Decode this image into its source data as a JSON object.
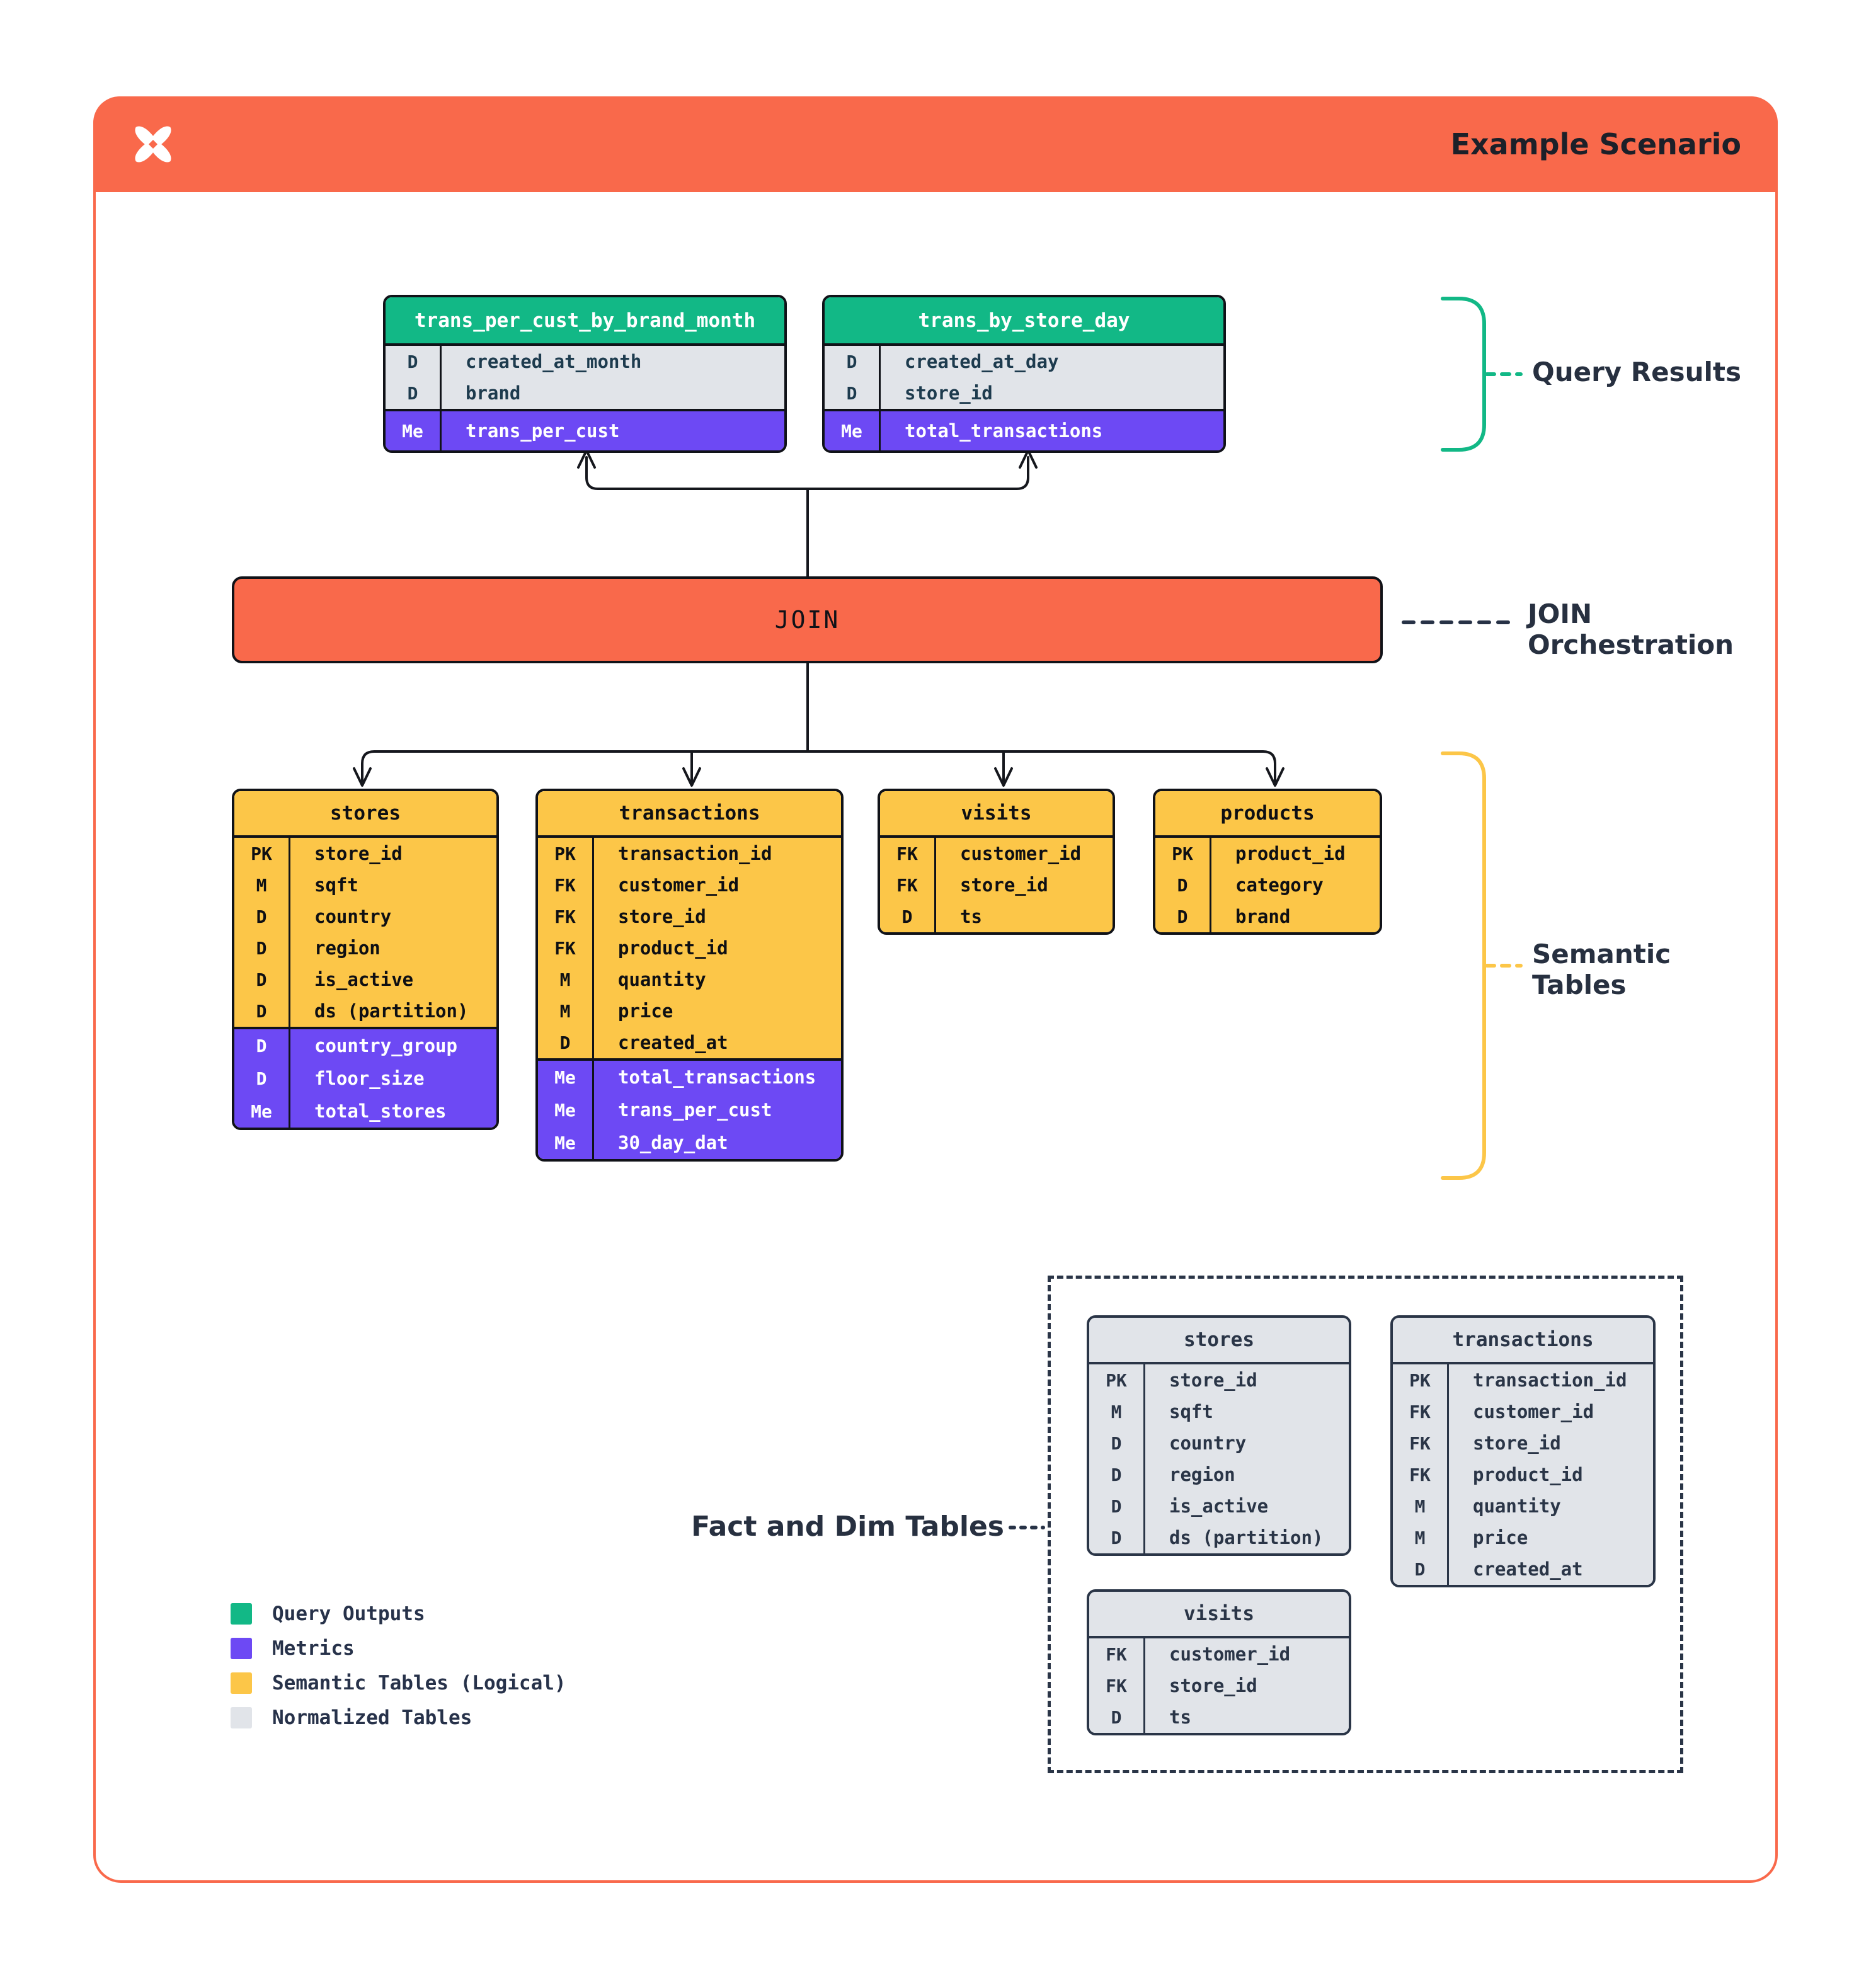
{
  "header": {
    "title": "Example Scenario",
    "logo": "pinwheel-x-logo"
  },
  "join": {
    "label": "JOIN"
  },
  "annotations": {
    "query_results": "Query Results",
    "join_orchestration_line1": "JOIN",
    "join_orchestration_line2": "Orchestration",
    "semantic_tables_line1": "Semantic",
    "semantic_tables_line2": "Tables",
    "fact_dim": "Fact and Dim Tables"
  },
  "colors": {
    "accent_orange": "#f9694b",
    "query_output_green": "#12b886",
    "metric_purple": "#6d49f4",
    "semantic_yellow": "#fcc648",
    "normalized_gray": "#e1e4e9",
    "dark_text": "#273040"
  },
  "query_results": [
    {
      "title": "trans_per_cust_by_brand_month",
      "rows": [
        {
          "badge": "D",
          "name": "created_at_month"
        },
        {
          "badge": "D",
          "name": "brand"
        }
      ],
      "metrics": [
        {
          "badge": "Me",
          "name": "trans_per_cust"
        }
      ]
    },
    {
      "title": "trans_by_store_day",
      "rows": [
        {
          "badge": "D",
          "name": "created_at_day"
        },
        {
          "badge": "D",
          "name": "store_id"
        }
      ],
      "metrics": [
        {
          "badge": "Me",
          "name": "total_transactions"
        }
      ]
    }
  ],
  "semantic_tables": [
    {
      "title": "stores",
      "rows": [
        {
          "badge": "PK",
          "name": "store_id"
        },
        {
          "badge": "M",
          "name": "sqft"
        },
        {
          "badge": "D",
          "name": "country"
        },
        {
          "badge": "D",
          "name": "region"
        },
        {
          "badge": "D",
          "name": "is_active"
        },
        {
          "badge": "D",
          "name": "ds (partition)"
        }
      ],
      "metrics": [
        {
          "badge": "D",
          "name": "country_group"
        },
        {
          "badge": "D",
          "name": "floor_size"
        },
        {
          "badge": "Me",
          "name": "total_stores"
        }
      ]
    },
    {
      "title": "transactions",
      "rows": [
        {
          "badge": "PK",
          "name": "transaction_id"
        },
        {
          "badge": "FK",
          "name": "customer_id"
        },
        {
          "badge": "FK",
          "name": "store_id"
        },
        {
          "badge": "FK",
          "name": "product_id"
        },
        {
          "badge": "M",
          "name": "quantity"
        },
        {
          "badge": "M",
          "name": "price"
        },
        {
          "badge": "D",
          "name": "created_at"
        }
      ],
      "metrics": [
        {
          "badge": "Me",
          "name": "total_transactions"
        },
        {
          "badge": "Me",
          "name": "trans_per_cust"
        },
        {
          "badge": "Me",
          "name": "30_day_dat"
        }
      ]
    },
    {
      "title": "visits",
      "rows": [
        {
          "badge": "FK",
          "name": "customer_id"
        },
        {
          "badge": "FK",
          "name": "store_id"
        },
        {
          "badge": "D",
          "name": "ts"
        }
      ],
      "metrics": []
    },
    {
      "title": "products",
      "rows": [
        {
          "badge": "PK",
          "name": "product_id"
        },
        {
          "badge": "D",
          "name": "category"
        },
        {
          "badge": "D",
          "name": "brand"
        }
      ],
      "metrics": []
    }
  ],
  "normalized_tables": [
    {
      "title": "stores",
      "rows": [
        {
          "badge": "PK",
          "name": "store_id"
        },
        {
          "badge": "M",
          "name": "sqft"
        },
        {
          "badge": "D",
          "name": "country"
        },
        {
          "badge": "D",
          "name": "region"
        },
        {
          "badge": "D",
          "name": "is_active"
        },
        {
          "badge": "D",
          "name": "ds (partition)"
        }
      ]
    },
    {
      "title": "transactions",
      "rows": [
        {
          "badge": "PK",
          "name": "transaction_id"
        },
        {
          "badge": "FK",
          "name": "customer_id"
        },
        {
          "badge": "FK",
          "name": "store_id"
        },
        {
          "badge": "FK",
          "name": "product_id"
        },
        {
          "badge": "M",
          "name": "quantity"
        },
        {
          "badge": "M",
          "name": "price"
        },
        {
          "badge": "D",
          "name": "created_at"
        }
      ]
    },
    {
      "title": "visits",
      "rows": [
        {
          "badge": "FK",
          "name": "customer_id"
        },
        {
          "badge": "FK",
          "name": "store_id"
        },
        {
          "badge": "D",
          "name": "ts"
        }
      ]
    }
  ],
  "legend": {
    "items": [
      {
        "label": "Query Outputs",
        "color": "#12b886"
      },
      {
        "label": "Metrics",
        "color": "#6d49f4"
      },
      {
        "label": "Semantic Tables (Logical)",
        "color": "#fcc648"
      },
      {
        "label": "Normalized Tables",
        "color": "#e1e4e9"
      }
    ]
  }
}
